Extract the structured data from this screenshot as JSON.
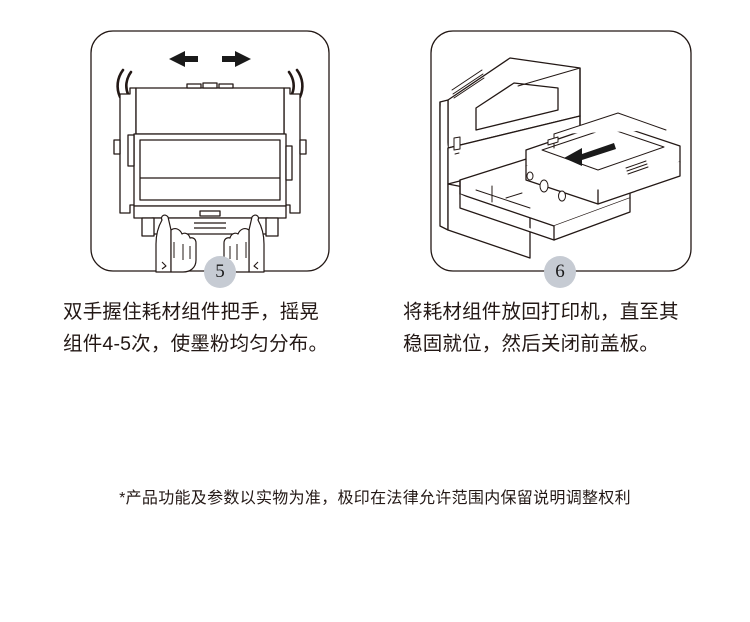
{
  "page": {
    "background_color": "#ffffff",
    "text_color": "#231815",
    "badge_color": "#c6cbd3",
    "line_color": "#231815"
  },
  "steps": [
    {
      "number": "5",
      "illustration_name": "toner-cartridge-shake-illustration",
      "caption": "双手握住耗材组件把手，摇晃\n组件4-5次，使墨粉均匀分布。",
      "icons": [
        "arrow-left-icon",
        "arrow-right-icon",
        "shake-marks-left-icon",
        "shake-marks-right-icon",
        "hands-icon"
      ]
    },
    {
      "number": "6",
      "illustration_name": "printer-insert-cartridge-illustration",
      "caption": "将耗材组件放回打印机，直至其\n稳固就位，然后关闭前盖板。",
      "icons": [
        "arrow-insert-left-icon",
        "printer-icon"
      ]
    }
  ],
  "footer": {
    "note": "*产品功能及参数以实物为准，极印在法律允许范围内保留说明调整权利"
  }
}
